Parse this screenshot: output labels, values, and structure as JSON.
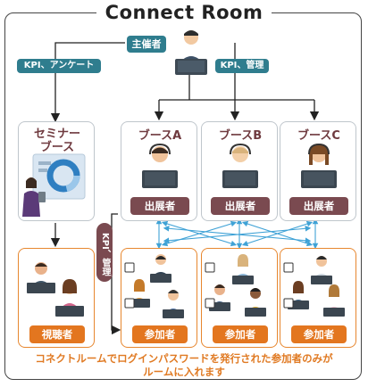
{
  "title": "Connect Room",
  "organizer": {
    "label": "主催者"
  },
  "edges": {
    "left": "KPI、アンケート",
    "right": "KPI、管理",
    "vertical": "KPI、管理"
  },
  "seminar": {
    "title_line1": "セミナー",
    "title_line2": "ブース"
  },
  "booths": [
    {
      "title": "ブースA",
      "role": "出展者"
    },
    {
      "title": "ブースB",
      "role": "出展者"
    },
    {
      "title": "ブースC",
      "role": "出展者"
    }
  ],
  "viewers": {
    "label": "視聴者"
  },
  "participant_groups": [
    {
      "label": "参加者"
    },
    {
      "label": "参加者"
    },
    {
      "label": "参加者"
    }
  ],
  "footer": {
    "line1": "コネクトルームでログインパスワードを発行された参加者のみが",
    "line2": "ルームに入れます"
  },
  "colors": {
    "teal": "#2f7d8e",
    "maroon": "#7a4a50",
    "orange": "#e3761f",
    "arrow_blue": "#3fa2d6"
  }
}
